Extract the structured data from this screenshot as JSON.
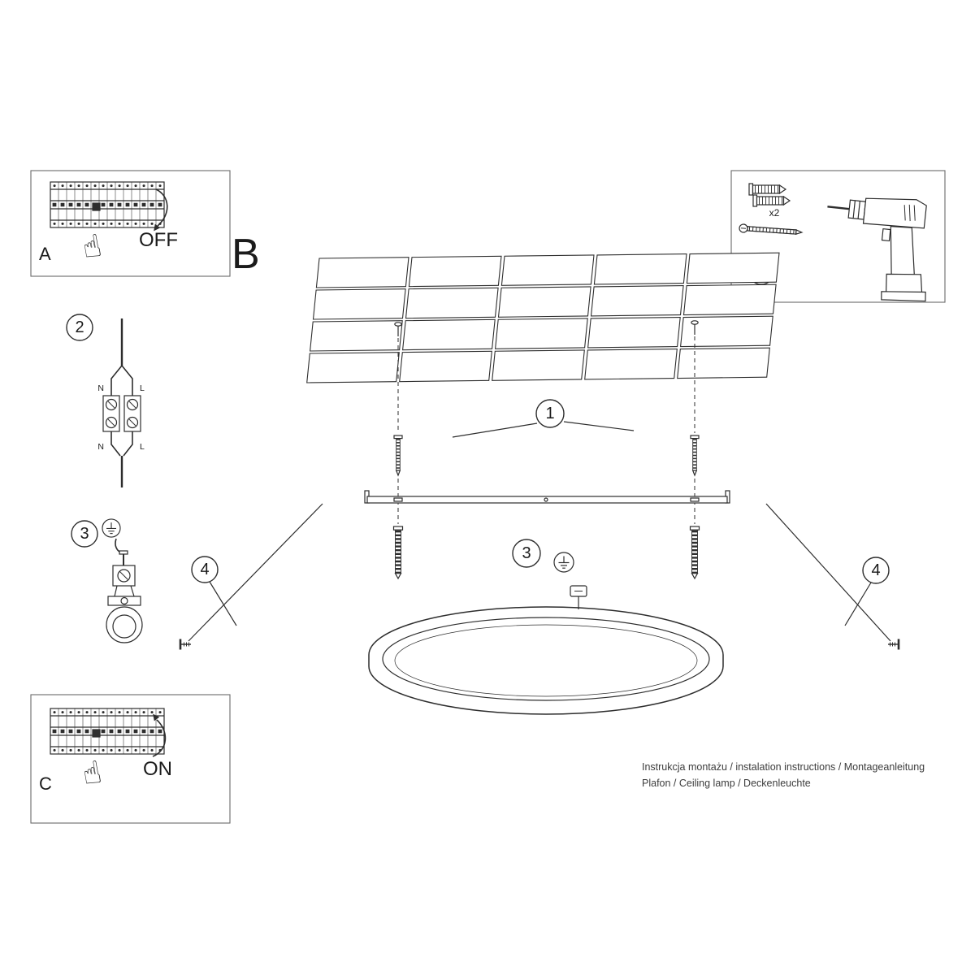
{
  "meta": {
    "background": "#ffffff",
    "ink": "#2d2d2d"
  },
  "step_a": {
    "letter": "A",
    "switch_label": "OFF"
  },
  "step_b": {
    "letter": "B"
  },
  "step_c": {
    "letter": "C",
    "switch_label": "ON"
  },
  "kit": {
    "callout": "1",
    "anchor_count_label": "x2"
  },
  "callouts": {
    "fasteners": "1",
    "wiring": "2",
    "ground_side": "3",
    "ground_main": "3",
    "side_screw_left": "4",
    "side_screw_right": "4"
  },
  "wiring_labels": {
    "top_left": "N",
    "top_right": "L",
    "bottom_left": "N",
    "bottom_right": "L"
  },
  "icons": {
    "hand_glyph": "☝"
  },
  "footer": {
    "line1": "Instrukcja montażu / instalation instructions / Montageanleitung",
    "line2": "Plafon / Ceiling lamp / Deckenleuchte"
  }
}
